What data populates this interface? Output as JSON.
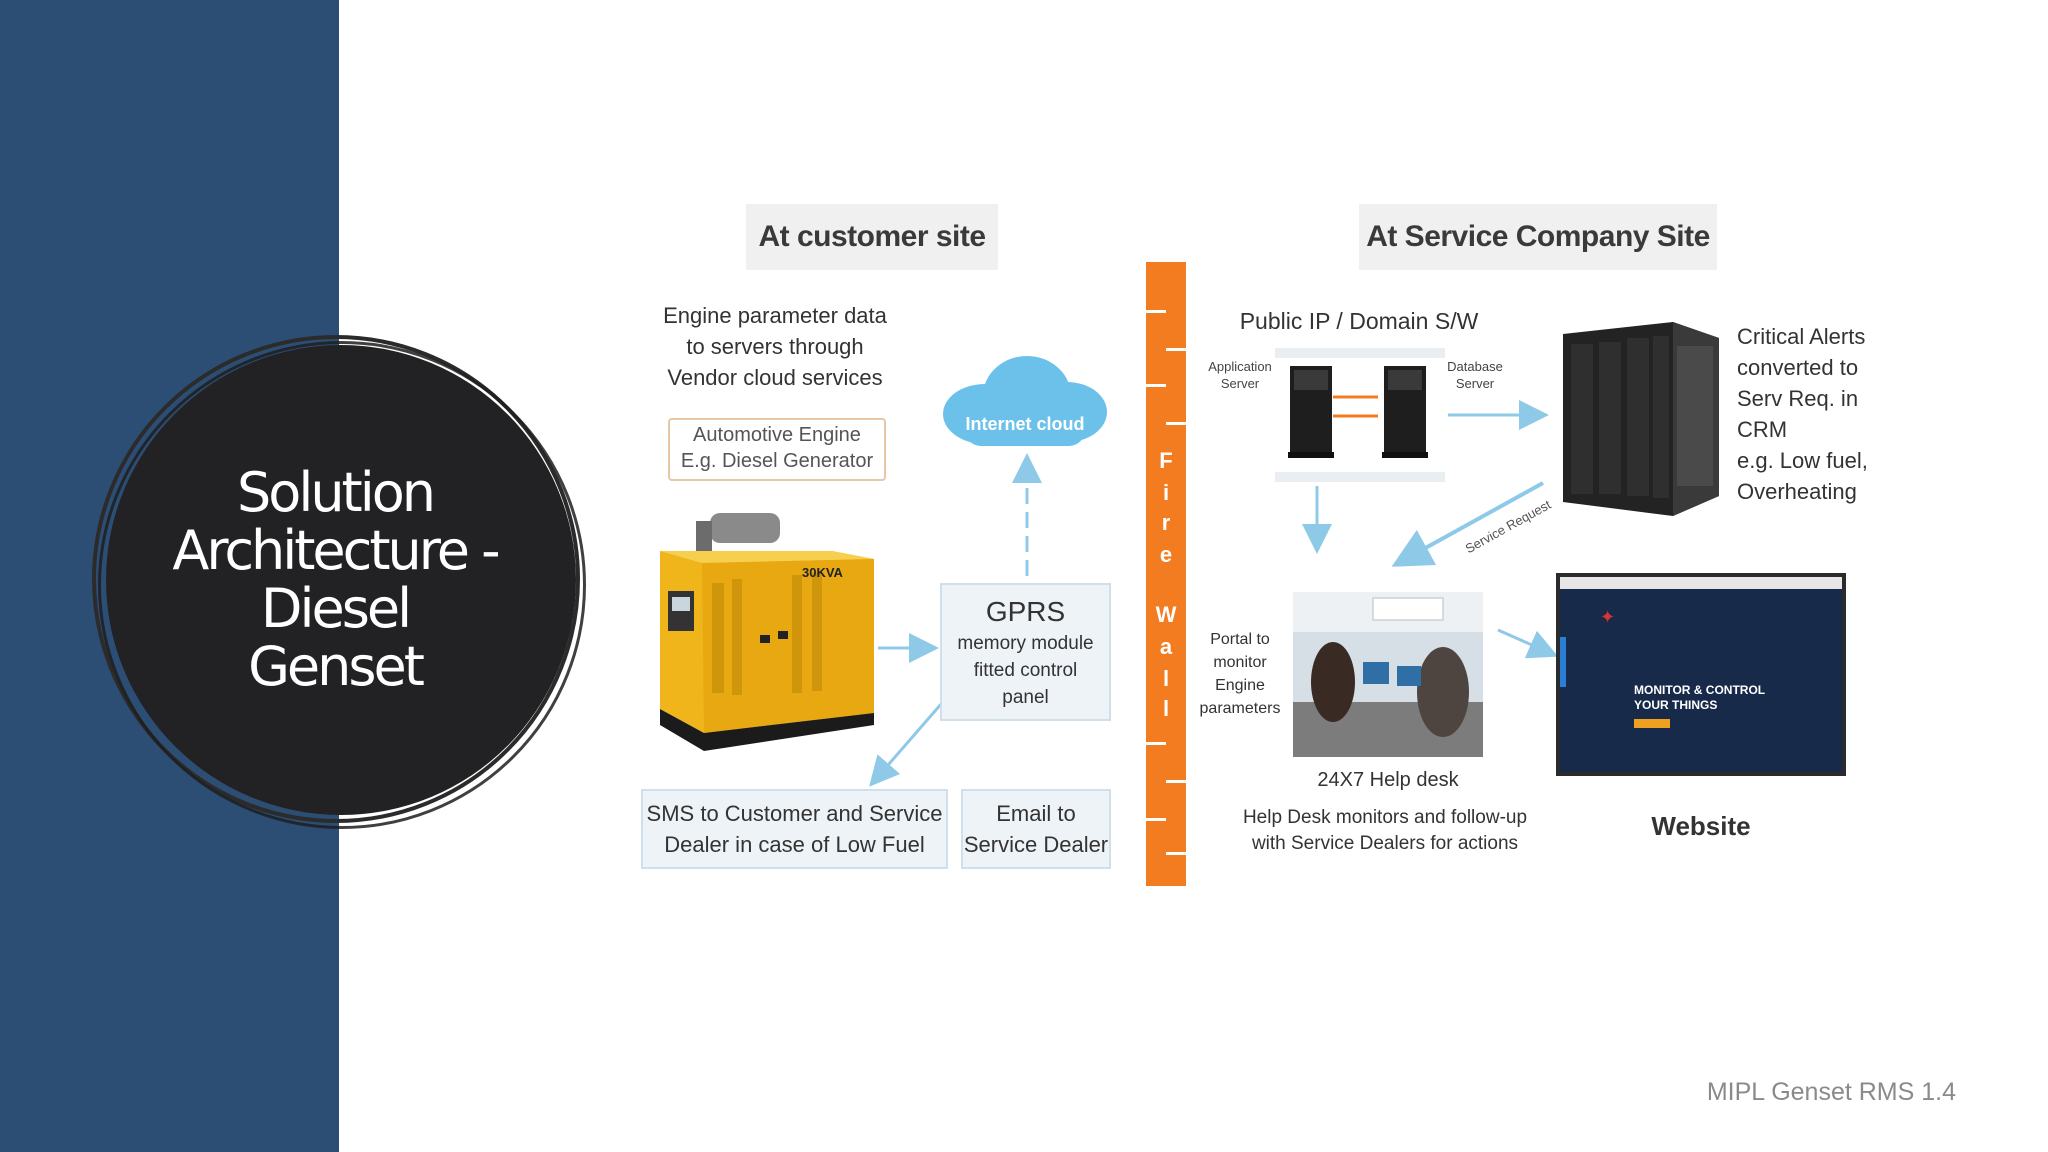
{
  "slide": {
    "title": "Solution Architecture - Diesel Genset",
    "footer": "MIPL Genset RMS 1.4"
  },
  "diagram": {
    "headers": {
      "customer": "At customer site",
      "service": "At Service Company Site"
    },
    "customer": {
      "intro_line1": "Engine parameter data",
      "intro_line2": "to servers through",
      "intro_line3": "Vendor cloud services",
      "engine_line1": "Automotive Engine",
      "engine_line2": "E.g. Diesel Generator",
      "genset_tag": "30KVA",
      "cloud": "Internet cloud",
      "gprs_title": "GPRS",
      "gprs_line1": "memory module",
      "gprs_line2": "fitted control",
      "gprs_line3": "panel",
      "sms_line1": "SMS to Customer and Service",
      "sms_line2": "Dealer in case of Low Fuel",
      "email_line1": "Email to",
      "email_line2": "Service Dealer"
    },
    "firewall": {
      "letters": [
        "F",
        "i",
        "r",
        "e",
        "W",
        "a",
        "l",
        "l"
      ]
    },
    "service": {
      "public_ip": "Public IP / Domain S/W",
      "app_server_line1": "Application",
      "app_server_line2": "Server",
      "db_server_line1": "Database",
      "db_server_line2": "Server",
      "critical_lines": [
        "Critical Alerts",
        "converted to",
        "Serv Req. in",
        "CRM",
        "e.g.  Low fuel,",
        "Overheating"
      ],
      "service_request": "Service Request",
      "portal_lines": [
        "Portal to",
        "monitor",
        "Engine",
        "parameters"
      ],
      "helpdesk": "24X7 Help desk",
      "helpdesk_note_line1": "Help Desk monitors and follow-up",
      "helpdesk_note_line2": "with Service Dealers for actions",
      "website_label": "Website",
      "website_screen_line1": "MONITOR & CONTROL",
      "website_screen_line2": "YOUR THINGS"
    },
    "colors": {
      "sidebar": "#2d4e74",
      "firewall": "#f47c20",
      "arrow": "#8fc9e8",
      "cloud": "#6cc1ea"
    }
  }
}
